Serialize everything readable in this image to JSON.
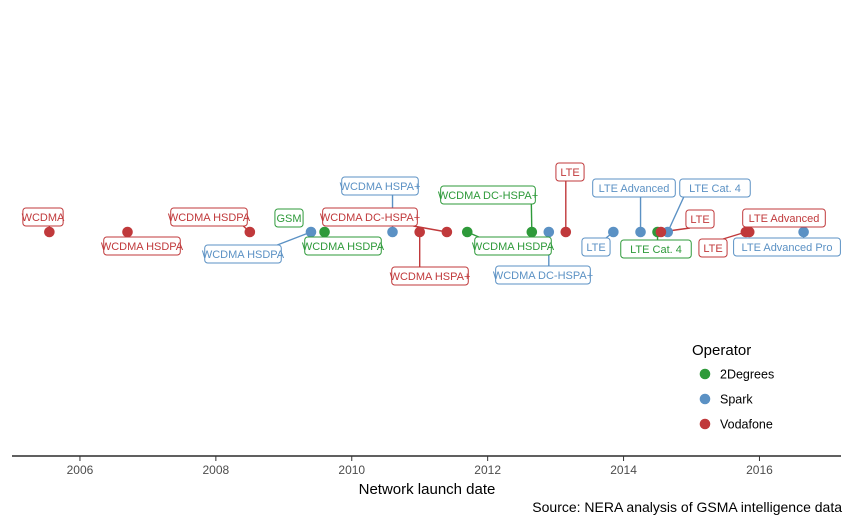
{
  "chart_data": {
    "type": "scatter",
    "title": "",
    "xlabel": "Network launch date",
    "ylabel": "",
    "xlim": [
      2005,
      2017.2
    ],
    "x_ticks": [
      "2006",
      "2008",
      "2010",
      "2012",
      "2014",
      "2016"
    ],
    "grid": false,
    "legend": {
      "title": "Operator",
      "position": "right"
    },
    "caption": "Source: NERA analysis of GSMA intelligence data",
    "series": [
      {
        "name": "2Degrees",
        "color": "#2e9a3a",
        "points": [
          {
            "x": 2009.6,
            "label": "WCDMA HSDPA"
          },
          {
            "x": 2011.7,
            "label": "WCDMA HSDPA"
          },
          {
            "x": 2012.65,
            "label": "WCDMA DC-HSPA+"
          },
          {
            "x": 2014.5,
            "label": "LTE Cat. 4"
          }
        ]
      },
      {
        "name": "Spark",
        "color": "#5b91c4",
        "points": [
          {
            "x": 2009.4,
            "label": "WCDMA HSDPA"
          },
          {
            "x": 2010.6,
            "label": "WCDMA HSPA+"
          },
          {
            "x": 2012.9,
            "label": "WCDMA DC-HSPA+"
          },
          {
            "x": 2013.85,
            "label": "LTE"
          },
          {
            "x": 2014.25,
            "label": "LTE Advanced"
          },
          {
            "x": 2014.65,
            "label": "LTE Cat. 4"
          },
          {
            "x": 2016.65,
            "label": "LTE Advanced Pro"
          }
        ]
      },
      {
        "name": "Vodafone",
        "color": "#c0393b",
        "points": [
          {
            "x": 2005.55,
            "label": "WCDMA"
          },
          {
            "x": 2006.7,
            "label": "WCDMA HSDPA"
          },
          {
            "x": 2008.5,
            "label": "WCDMA HSDPA"
          },
          {
            "x": 2011.0,
            "label": "WCDMA HSPA+"
          },
          {
            "x": 2011.4,
            "label": "WCDMA DC-HSPA+"
          },
          {
            "x": 2013.15,
            "label": "LTE"
          },
          {
            "x": 2014.55,
            "label": "LTE"
          },
          {
            "x": 2015.8,
            "label": "LTE"
          },
          {
            "x": 2015.85,
            "label": "LTE Advanced"
          }
        ]
      }
    ],
    "extra_labels": [
      {
        "series": "2Degrees",
        "label": "GSM",
        "x": 2009.5
      }
    ]
  }
}
